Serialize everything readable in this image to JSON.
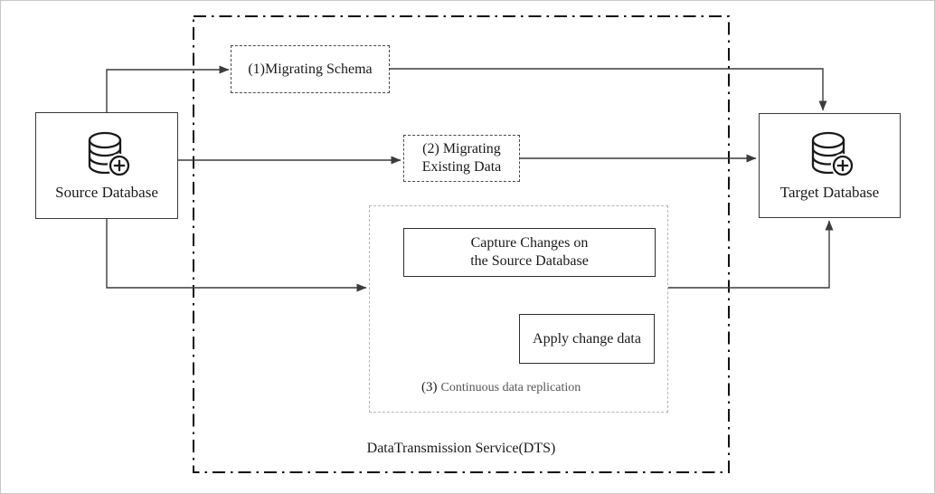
{
  "canvas": {
    "source_database": {
      "label": "Source Database"
    },
    "target_database": {
      "label": "Target Database"
    },
    "dts": {
      "label": "DataTransmission Service(DTS)"
    },
    "steps": {
      "migrating_schema": {
        "label": "(1)Migrating Schema"
      },
      "migrating_existing_data": {
        "line1": "(2) Migrating",
        "line2": "Existing Data"
      },
      "continuous_replication": {
        "caption_number": "(3)",
        "caption_text": "Continuous data replication",
        "capture_changes": {
          "line1": "Capture Changes on",
          "line2": "the Source Database"
        },
        "apply_change": {
          "label": "Apply change data"
        }
      }
    },
    "icons": {
      "source_icon": "database-plus-icon",
      "target_icon": "database-plus-icon"
    },
    "colors": {
      "arrow": "#3c3c3c",
      "solid_border": "#2e2e2e",
      "dashed_border": "#4a4a4a",
      "light_dashed_border": "#b5b5b5",
      "dts_border": "#111111",
      "frame_border": "#c8c8c8",
      "text": "#1a1a1a",
      "muted_text": "#555555",
      "background": "#ffffff"
    }
  }
}
